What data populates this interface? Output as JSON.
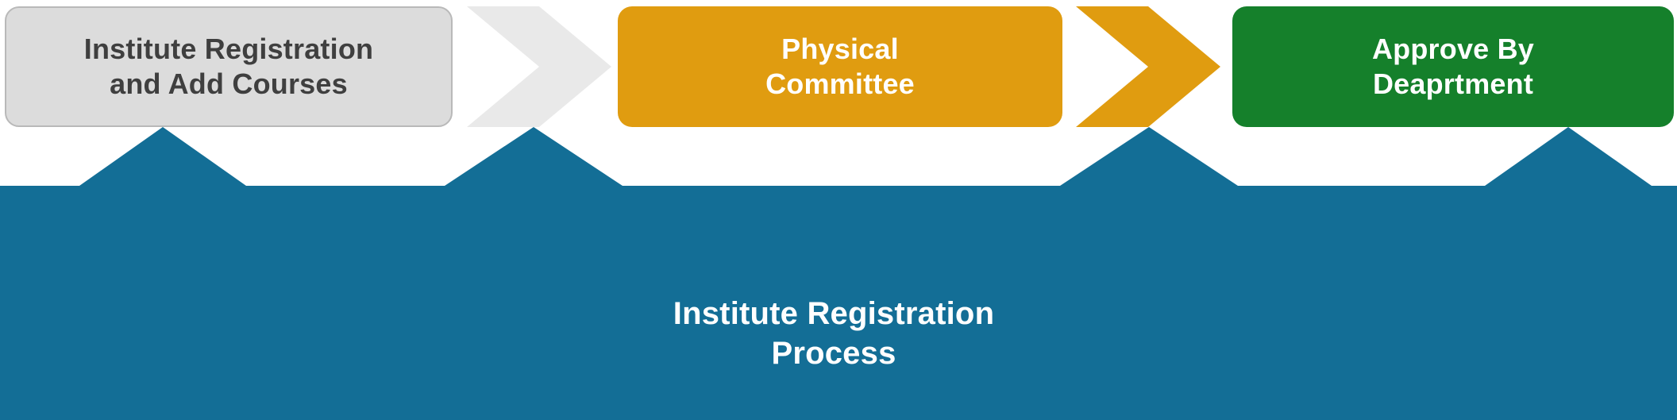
{
  "diagram": {
    "title": "Institute Registration Process",
    "colors": {
      "stage_grey_fill": "#dcdcdc",
      "stage_grey_text": "#3f3f3f",
      "stage_orange_fill": "#e09c10",
      "stage_green_fill": "#15802b",
      "band_blue_fill": "#136e96",
      "white_text": "#ffffff",
      "background": "#ffffff"
    },
    "stages": [
      {
        "id": "institute-registration-and-add-courses",
        "label": "Institute Registration\nand Add Courses",
        "line1": "Institute Registration",
        "line2": "and Add Courses",
        "fill": "#dcdcdc",
        "text_color": "#3f3f3f"
      },
      {
        "id": "physical-committee",
        "label": "Physical Committee",
        "line1": "Physical",
        "line2": "Committee",
        "fill": "#e09c10",
        "text_color": "#ffffff"
      },
      {
        "id": "approve-by-deaprtment",
        "label": "Approve By Deaprtment",
        "line1": "Approve By",
        "line2": "Deaprtment",
        "fill": "#15802b",
        "text_color": "#ffffff"
      }
    ],
    "connectors": [
      {
        "id": "connector-1",
        "shape": "chevron-arrow",
        "fill": "#e9e9e9"
      },
      {
        "id": "connector-2",
        "shape": "chevron-arrow",
        "fill": "#e09c10"
      }
    ],
    "band": {
      "id": "institute-registration-process-band",
      "line1": "Institute Registration",
      "line2": "Process",
      "fill": "#136e96",
      "text_color": "#ffffff"
    }
  }
}
